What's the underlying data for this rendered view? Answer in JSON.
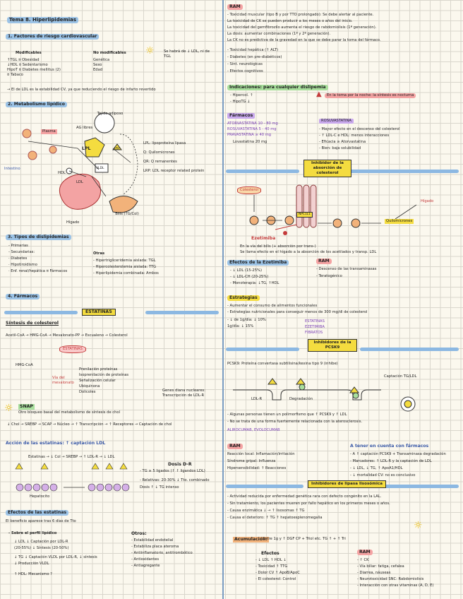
{
  "title": "Tema 8. Hiperlipidemias",
  "left": {
    "s1_title": "1. Factores de riesgo cardiovascular",
    "modificables_hdr": "Modificables",
    "mod_items": [
      "↑TGL ¤ Obesidad",
      "↓HDL ¤ Sedentarismo",
      "HipoT ¤ Diabetes mellitus (2)",
      "¤ Tabaco"
    ],
    "nomod_hdr": "No modificables",
    "nomod_items": [
      "Genética",
      "Sexo",
      "Edad"
    ],
    "note_beware": "Se habrá de ↓ LDL, ni de TGL",
    "note_ldl": "→ El de LDL es la estabilidad CV, ya que reduciendo el riesgo de infarto revertido",
    "s2_title": "2. Metabolismo lipídico",
    "tej_adiposo": "Tejido adiposo",
    "ag_libres": "AG libres",
    "lpl": "LPL",
    "plasma": "Plasma",
    "intestino": "Intestino",
    "vldl": "VLDL",
    "higado": "Hígado",
    "ldl": "LDL",
    "hdl": "HDL",
    "idl": "IDL",
    "bilis": "Bilis (TG/Col)",
    "legend": [
      "LPL: lipoproteína lipasa",
      "Q: Quilomicrones",
      "QR: Q remanentes",
      "LRP: LDL receptor related protein"
    ],
    "s3_title": "3. Tipos de dislipidemias",
    "s3_items": [
      "- Primarias",
      "- Secundarias:",
      "  · Diabetes",
      "  · Hipotiroidismo",
      "  · Enf. renal/hepática ¤ Fármacos"
    ],
    "s3_otros_hdr": "Otras",
    "s3_otros": [
      "- Hipertrigliceridemia aislada: TGL",
      "- Hipercolesterolemia aislada: TTG",
      "- Hiperlipidemia combinada: Ambos"
    ],
    "s4_title": "4. Fármacos",
    "estatinas_title": "ESTATINAS",
    "sintesis_title": "Síntesis de colesterol",
    "sintesis_flow": "Acetil-CoA → HMG-CoA → Mevalonato-PP → Escualeno → Colesterol",
    "hmgcoa": "HMG-CoA",
    "estatinas_box": "ESTATINAS",
    "red_note": "Vía del mevalonato",
    "green_list": [
      "Prenilación proteínas",
      "Isoprenilación de proteínas",
      "Señalización celular",
      "Ubiquinona",
      "Dolicoles"
    ],
    "strips_note": "Genes diana nucleares: Transcripción de LDL-R",
    "snap_title": "SNAP",
    "snap_text": "Otro bloqueo basal del metabolismo de síntesis de chol",
    "snap_flow": "↓ Chol → SREBP → SCAP → Núcleo → ↑ Transcripción → ↑ Receptores → Captación de chol",
    "accion_title": "Acción de las estatinas: ↑ captación LDL",
    "accion_flow": "Estatinas → ↓ Col → SREBP → ↑ LDL-R → ↓ LDL",
    "hepatocito": "Hepatocito",
    "dosis_title": "Dosis D-R",
    "dosis_items": [
      "- TG ≥ 5 ligados (↑ ↑ ligandos LDL)",
      "- Relativas: 20-30% ↓ Tto. combinado",
      "  Dosis ↑ ↓ TG intenso"
    ],
    "efectos_title": "Efectos de las estatinas",
    "efectos_sub": "El beneficio aparece tras 6 días de Tto",
    "efectos_sobre": "- Sobre el perfil lipídico",
    "efectos_items": [
      "↓ LDL ↓ Captación por LDL-R",
      "  (20-55%) ↓ Síntesis (20-50%)",
      "↓ TG  ↓ Captación VLDL por LDL-R, ↓ síntesis",
      "      ↓ Producción VLDL",
      "↑ HDL: Mecanismo ?"
    ],
    "otros_title": "Otros:",
    "otros_items": [
      "- Estabilidad endotelial",
      "- Estabiliza placa ateroma",
      "- Antiinflamatorio, antitrombótico",
      "- Antioxidantes",
      "- Antiagregante"
    ]
  },
  "right": {
    "ram1_tag": "RAM",
    "ram1_items": [
      "- Toxicidad muscular (tipo B y por TTO prolongado): Se debe alertar al paciente.",
      "   La toxicidad de CK se pueden producir a los meses o años del inicio.",
      "   La toxicidad del gemfibrozilo aumenta el riesgo de rabdomiolisis (1ª generación).",
      "   La dosis: aumentar combinaciones (1ª y 2ª generación).",
      "   La CK no es predictiva de la gravedad en la que se debe parar la toma del fármaco.",
      "- Toxicidad hepática (↑ ALT)",
      "- Diabetes (en pre-diabéticos)",
      "- Sínt. neurológicas",
      "- Efectos cognitivos"
    ],
    "indicaciones_tag": "Indicaciones: para cualquier dislipemia",
    "indicaciones_items": [
      "- Hipercol. ↑",
      "- HipoTG ↓"
    ],
    "en_toma": "En la toma por la noche: la síntesis es nocturna",
    "farmacos_tag": "Fármacos",
    "farmacos_items": [
      "ATORVASTATINA 10 - 80 mg",
      "ROSUVASTATINA 5 - 40 mg",
      "PRAVASTATINA ≥ 40 mg",
      "Lovastatina 20 mg"
    ],
    "rosuva_tag": "ROSUVASTATINA",
    "rosuva_items": [
      "- Mayor efecto en el descenso del colesterol",
      "- ↑ LDL-C e HDL: menos interacciones",
      "- Eficacia ≥ Atorvastatina",
      "- Bien: baja solubilidad"
    ],
    "inhibidor_box": "Inhibidor de la absorción de colesterol",
    "colesterol": "Colesterol",
    "npc1l1": "NPC1L1",
    "ezetimiba": "Ezetimiba",
    "quilomicrones": "Quilomicrones",
    "higado2": "Hígado",
    "ezet_note": "En la vía del bilis (+ absorción por trans-) ",
    "ezet_note2": "Se llama efecto en el hígado a la absorción de los acetilados y transp. LDL",
    "efectos2_tag": "Efectos de la Ezetimiba",
    "efectos2_items": [
      "- ↓ LDL (15-25%)",
      "- ↓ LDL-CH (20-25%)",
      "- Monoterapia: ↓TG, ↑HDL"
    ],
    "ram2_tag": "RAM",
    "ram2_items": [
      "- Descenso de las transaminasas",
      "- Teratogénico"
    ],
    "estrategias_tag": "Estrategias",
    "estrategias_items": [
      "- Aumentar el consumo de alimentos funcionales",
      "- Estrategias nutricionales para conseguir menos de 300 mg/dl de colesterol",
      "- ↓ de 1g/día: ↓ 10%",
      "   1g/día: ↓ 15%"
    ],
    "estrategias_list": [
      "ESTATINAS",
      "EZETIMIBA",
      "FIBRATOS"
    ],
    "inh_pcsk9_box": "Inhibidores de la PCSK9",
    "pcsk9_text": "PCSK9: Proteína convertasa subtilisina/kexina tipo 9 (inhibe)",
    "pcsk9_flow_a": "LDL-R",
    "pcsk9_flow_b": "Degradación",
    "pcsk9_flow_c": "Captación TG/LDL",
    "pcsk9_items": [
      "- Algunas personas tienen un polimorfismo que ↑ PCSK9 y ↑ LDL",
      "- No se trata de una forma fuertemente relacionada con la aterosclerosis.",
      "  ALIROCUMAB, EVOLOCUMAB"
    ],
    "ram3_tag": "RAM",
    "ram3_items": [
      "Reacción local: Inflamación/irritación",
      "Síndrome gripal: Influenza",
      "Hipersensibilidad: ↑ Reacciones"
    ],
    "tener_cuenta": "A tener en cuenta con fármacos",
    "tener_items": [
      "- A ↑ captación PCSK9 + Transaminasa degradación",
      "- Marcadores: ↑ LDL-R y la captación de LDL",
      "- ↓ LDL, ↓ TG, ↑ ApoA1/HDL",
      "- ↓ mortalidad CV: no es conclusivo"
    ],
    "inh_lisosomal_box": "Inhibidores de lipasa lisosómica",
    "lipasa_items": [
      "- Actividad reducida por enfermedad genética rara con defecto congénito en la LAL.",
      "- Sin tratamiento, los pacientes mueren por fallo hepático en los primeros meses o años.",
      "- Causa enzimática ↓ → ↑ lisosomas ↑ TG",
      "- Causa el deterioro: ↑ TG ↑ hepatoesplenomegalia"
    ],
    "acumulacion": "Acumulación:",
    "acum_formula": "Entre 1g y ↑ DGF CP + Triol etc. TG ↑ + ↑ Tri",
    "acum_list_hdr": "Efectos",
    "acum_list": [
      "- ↓ LDL ↑ HDL ↓",
      "- Toxicidad ↑ TTG",
      "- Dolor CV ↑ ApoB/ApoC",
      "- El colesterol: Control"
    ],
    "ram4_tag": "RAM",
    "ram4_items": [
      "- ↑ CK",
      "- Vía biliar: fatiga, cefalea",
      "- Diarrea, náuseas",
      "- Neurotoxicidad SNC: Rabdomiolisis",
      "- Interacción con otras vitaminas (A, D, E)"
    ]
  },
  "colors": {
    "blue": "#8cb8e2",
    "red": "#f4a3a3",
    "green": "#a9df9d",
    "yellow": "#f4dc3f",
    "purple": "#c8a8ec"
  },
  "icons": [
    "lightbulb-icon",
    "warning-triangle-icon",
    "hepatocyte-icon",
    "liver-icon"
  ]
}
